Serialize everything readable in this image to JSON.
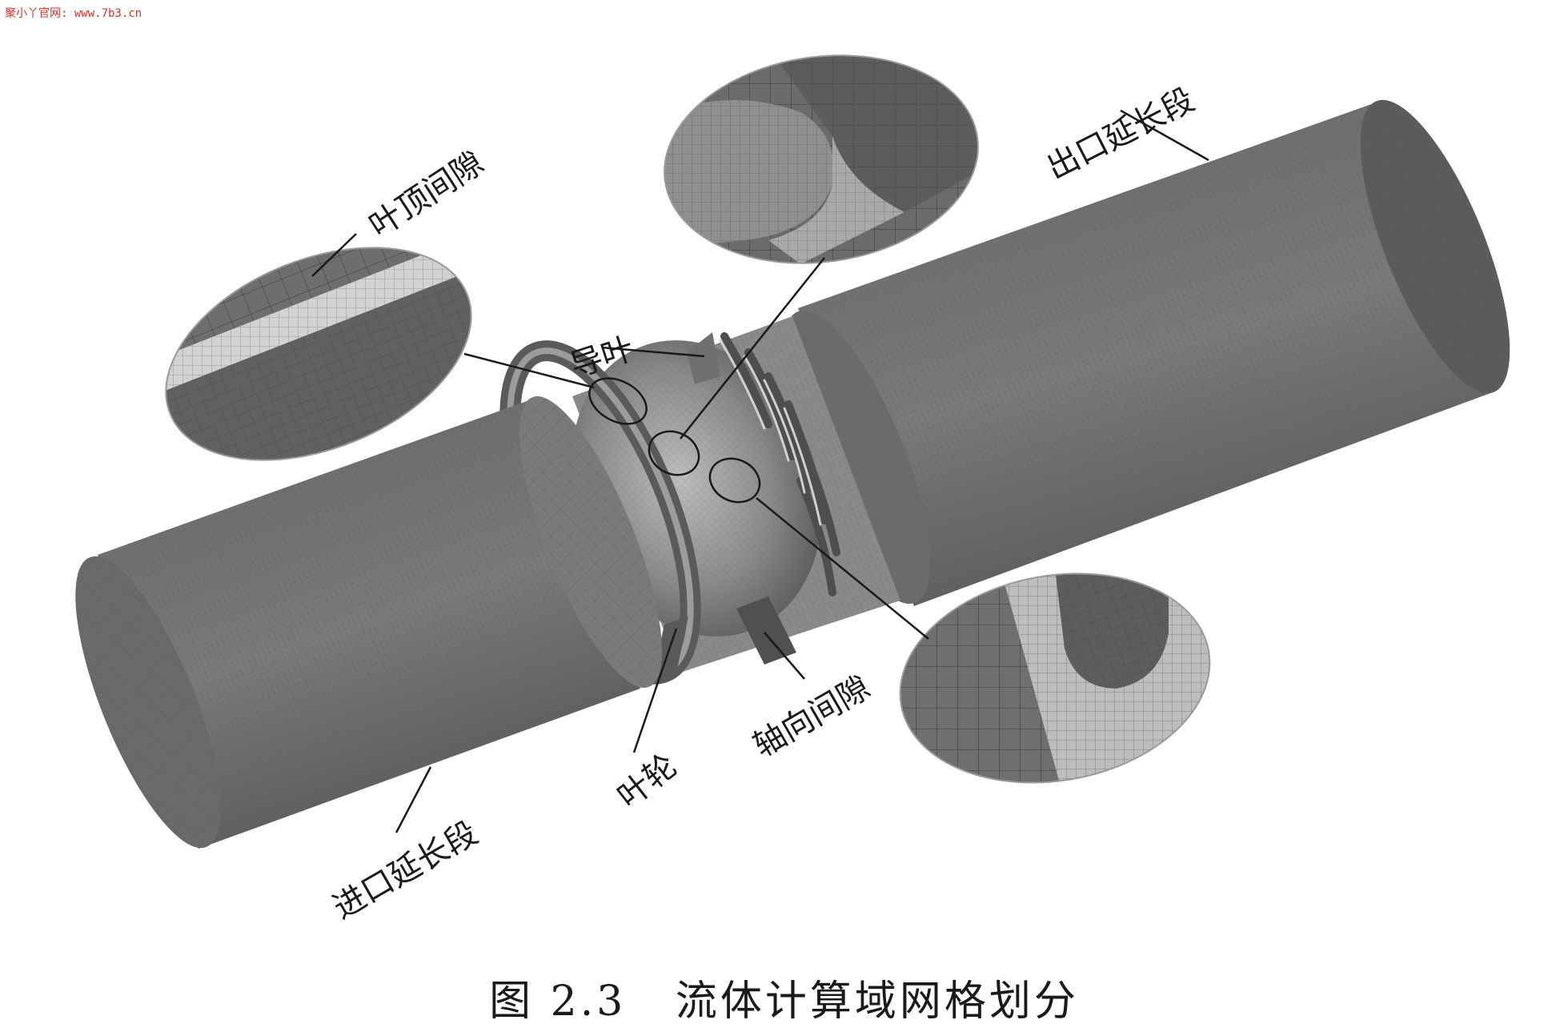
{
  "watermark": "聚小丫官网: www.7b3.cn",
  "labels": {
    "tip_clearance": "叶顶间隙",
    "outlet_extension": "出口延长段",
    "guide_vane": "导叶",
    "axial_clearance": "轴向间隙",
    "impeller": "叶轮",
    "inlet_extension": "进口延长段"
  },
  "caption": {
    "number": "图 2.3",
    "title": "流体计算域网格划分"
  },
  "colors": {
    "mesh_dark": "#6e6e6e",
    "mesh_light": "#c8c8c8",
    "shell": "#5d5d5d",
    "caption_text": "#1a1a1a",
    "watermark": "#d9302a"
  }
}
